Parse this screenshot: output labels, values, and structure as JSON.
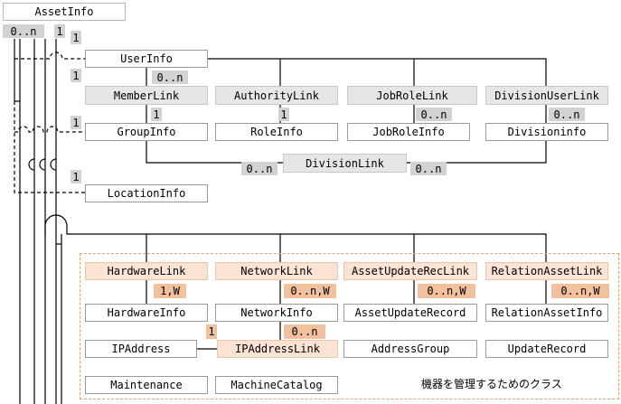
{
  "diagram": {
    "nodes": {
      "asset_info": "AssetInfo",
      "user_info": "UserInfo",
      "member_link": "MemberLink",
      "authority_link": "AuthorityLink",
      "job_role_link": "JobRoleLink",
      "division_user_link": "DivisionUserLink",
      "group_info": "GroupInfo",
      "role_info": "RoleInfo",
      "job_role_info": "JobRoleInfo",
      "division_info": "Divisioninfo",
      "division_link": "DivisionLink",
      "location_info": "LocationInfo",
      "hardware_link": "HardwareLink",
      "network_link": "NetworkLink",
      "asset_update_rec_link": "AssetUpdateRecLink",
      "relation_asset_link": "RelationAssetLink",
      "hardware_info": "HardwareInfo",
      "network_info": "NetworkInfo",
      "asset_update_record": "AssetUpdateRecord",
      "relation_asset_info": "RelationAssetInfo",
      "ip_address": "IPAddress",
      "ip_address_link": "IPAddressLink",
      "address_group": "AddressGroup",
      "update_record": "UpdateRecord",
      "maintenance": "Maintenance",
      "machine_catalog": "MachineCatalog"
    },
    "multiplicities": {
      "asset_many": "0..n",
      "asset_one": "1",
      "user_one": "1",
      "user_to_member": "1",
      "member_many": "0..n",
      "group_one_a": "1",
      "group_one_b": "1",
      "authority_one": "1",
      "job_role_many": "0..n",
      "division_user_many": "0..n",
      "division_link_left": "0..n",
      "division_link_right": "0..n",
      "location_one": "1",
      "hardware_one_w": "1,W",
      "network_many_w": "0..n,W",
      "asset_update_many_w": "0..n,W",
      "relation_many_w": "0..n,W",
      "ip_address_one": "1",
      "ip_address_link_many": "0..n"
    },
    "group_label": "機器を管理するためのクラス",
    "colors": {
      "line": "#000000",
      "box_border": "#9a9a9a",
      "grey_fill": "#e6e6e6",
      "peach_fill": "#fbe3d3",
      "grey_tag": "#d2d2d2",
      "peach_tag": "#f2c09c",
      "group_border": "#e0a070"
    }
  }
}
